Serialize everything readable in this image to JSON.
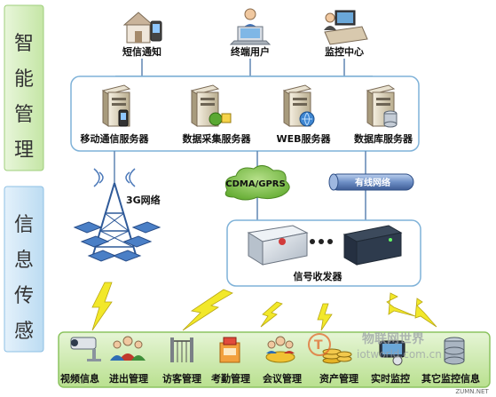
{
  "side_labels": {
    "top": [
      "智",
      "能",
      "管",
      "理"
    ],
    "bottom": [
      "信",
      "息",
      "传",
      "感"
    ]
  },
  "top_clients": [
    {
      "label": "短信通知",
      "icon": "house-phone-icon"
    },
    {
      "label": "终端用户",
      "icon": "laptop-user-icon"
    },
    {
      "label": "监控中心",
      "icon": "monitor-desk-icon"
    }
  ],
  "servers": [
    {
      "label": "移动通信服务器",
      "icon": "mobile-server-icon"
    },
    {
      "label": "数据采集服务器",
      "icon": "collector-server-icon"
    },
    {
      "label": "WEB服务器",
      "icon": "web-server-icon"
    },
    {
      "label": "数据库服务器",
      "icon": "database-server-icon"
    }
  ],
  "networks": {
    "mobile": "3G网络",
    "cloud": "CDMA/GPRS",
    "wired": "有线网络"
  },
  "transceiver": {
    "label": "信号收发器"
  },
  "terminals": [
    {
      "label": "视频信息",
      "icon": "cctv-camera-icon"
    },
    {
      "label": "进出管理",
      "icon": "people-icon"
    },
    {
      "label": "访客管理",
      "icon": "gate-icon"
    },
    {
      "label": "考勤管理",
      "icon": "time-clock-icon"
    },
    {
      "label": "会议管理",
      "icon": "meeting-icon"
    },
    {
      "label": "资产管理",
      "icon": "coins-icon"
    },
    {
      "label": "实时监控",
      "icon": "realtime-icon"
    },
    {
      "label": "其它监控信息",
      "icon": "stack-icon"
    }
  ],
  "watermark": {
    "name": "物联网世界",
    "url": "iotworld.com.cn"
  },
  "corner_mark": "ZUMN.NET",
  "colors": {
    "left_panel": "#d9f0c4",
    "panel_border": "#7fb2d8",
    "terminal_panel": "#c7e8a8",
    "cloud": "#7bc043",
    "pipe": "#5a79b0",
    "lightning": "#f2e82a"
  }
}
